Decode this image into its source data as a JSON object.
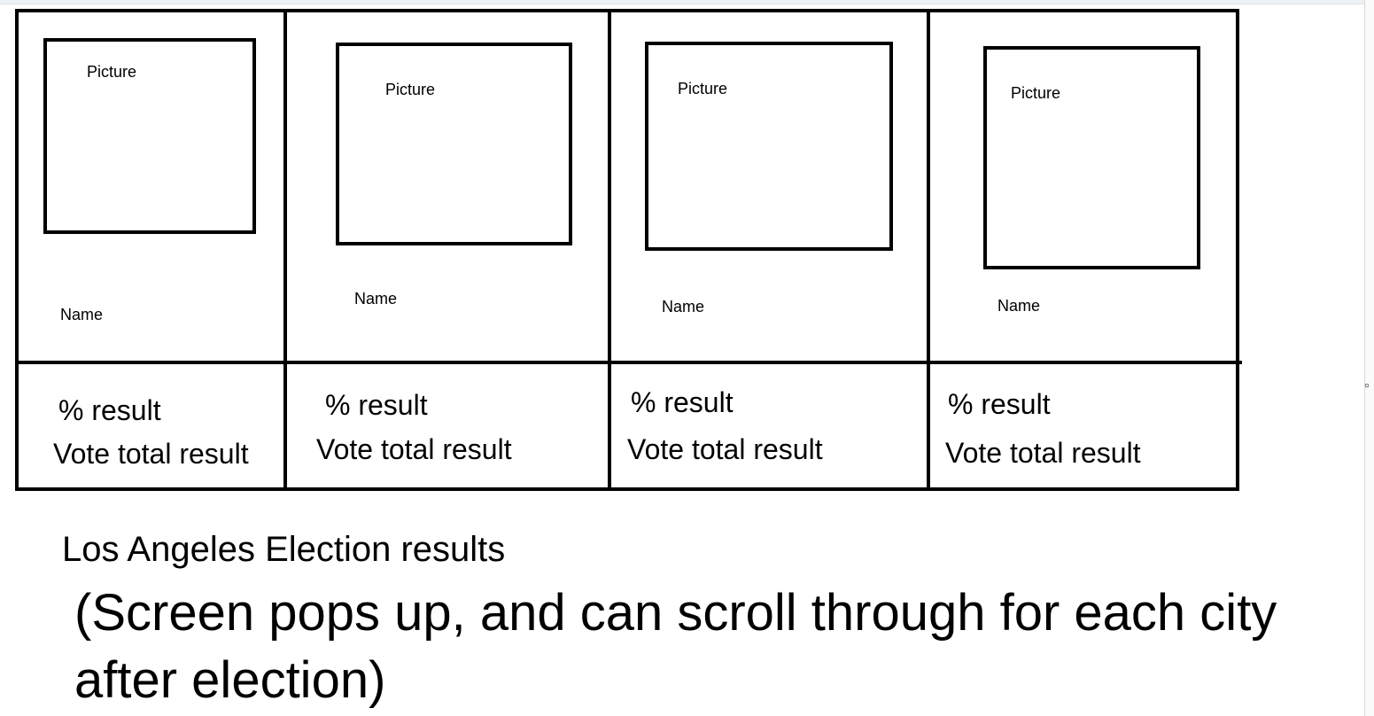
{
  "cards": [
    {
      "picture_label": "Picture",
      "name_label": "Name",
      "percent_label": "% result",
      "vote_label": "Vote total result"
    },
    {
      "picture_label": "Picture",
      "name_label": "Name",
      "percent_label": "% result",
      "vote_label": "Vote total result"
    },
    {
      "picture_label": "Picture",
      "name_label": "Name",
      "percent_label": "% result",
      "vote_label": "Vote total result"
    },
    {
      "picture_label": "Picture",
      "name_label": "Name",
      "percent_label": "% result",
      "vote_label": "Vote total result"
    }
  ],
  "title": "Los Angeles Election results",
  "note": "(Screen pops up, and can scroll through for each city after election)"
}
